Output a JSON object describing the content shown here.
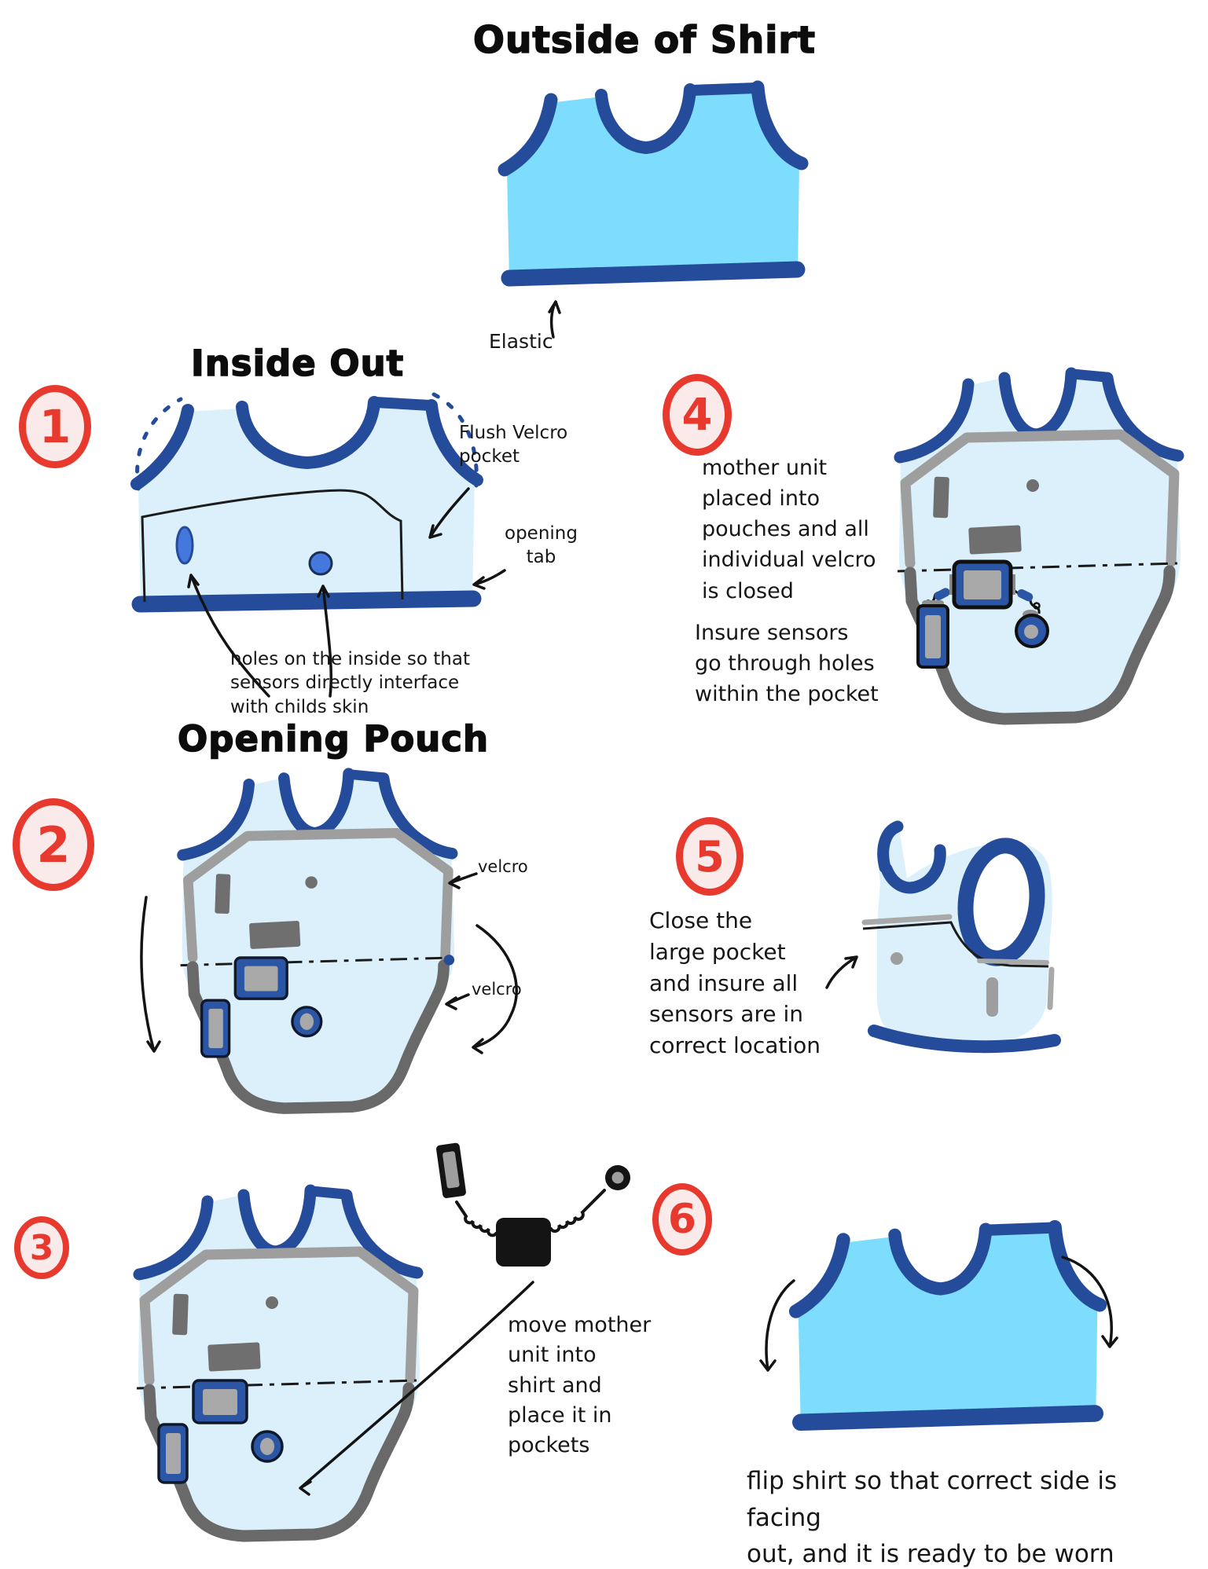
{
  "title": "Outside of Shirt",
  "outside": {
    "elastic_label": "Elastic"
  },
  "steps": {
    "s1": {
      "number": "1",
      "title": "Inside Out",
      "flush_velcro_label": "Flush Velcro\npocket",
      "opening_tab_label": "opening\ntab",
      "holes_note": "holes on the inside so that\nsensors directly interface\nwith childs skin"
    },
    "s2": {
      "number": "2",
      "title": "Opening Pouch",
      "velcro_top": "velcro",
      "velcro_bottom": "velcro"
    },
    "s3": {
      "number": "3",
      "note": "move mother\nunit into\nshirt and\nplace it in\npockets"
    },
    "s4": {
      "number": "4",
      "note_placed": "mother unit\nplaced into\npouches and all\nindividual velcro\nis closed",
      "note_insure": "Insure sensors\ngo through holes\nwithin the pocket"
    },
    "s5": {
      "number": "5",
      "note": "Close the\nlarge pocket\nand insure all\nsensors are in\ncorrect location"
    },
    "s6": {
      "number": "6",
      "note": "flip shirt so that correct side is facing\nout, and it is ready to be worn"
    }
  },
  "icons": {
    "annotation_arrow": "hand-drawn curved arrow stroke"
  },
  "colors": {
    "shirt_outside_blue": "#7EDCFC",
    "shirt_inside_blue": "#DBF0FA",
    "trim_navy": "#254C9A",
    "sensor_blue": "#2B55A5",
    "hole_blue": "#4478DD",
    "velcro_gray": "#6F6F6F",
    "pocket_gray_light": "#9E9E9E",
    "pocket_gray_dark": "#696969",
    "device_black": "#141414",
    "badge_red": "#E8392F",
    "badge_pink": "#FAEAEA",
    "ink": "#141414"
  }
}
